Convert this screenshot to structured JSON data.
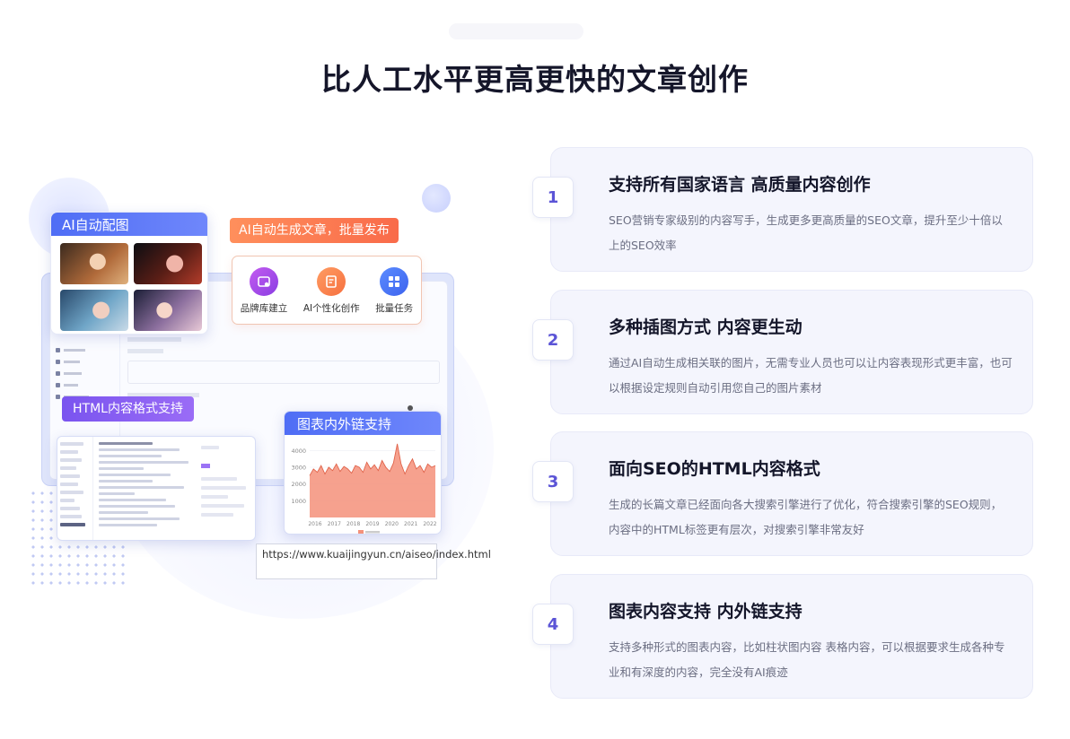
{
  "page": {
    "title": "比人工水平更高更快的文章创作"
  },
  "illustration": {
    "ai_image_card_title": "AI自动配图",
    "auto_generate_tag": "AI自动生成文章，批量发布",
    "features": [
      {
        "label": "品牌库建立",
        "icon": "brand-library-icon",
        "color": "#a54be8"
      },
      {
        "label": "AI个性化创作",
        "icon": "ai-writing-icon",
        "color": "#f6703f"
      },
      {
        "label": "批量任务",
        "icon": "batch-task-icon",
        "color": "#3d63ee"
      }
    ],
    "html_tag": "HTML内容格式支持",
    "chart_card_title": "图表内外链支持",
    "url_text": "https://www.kuaijingyun.cn/aiseo/index.html"
  },
  "chart_data": {
    "type": "area",
    "x": [
      "2016",
      "2017",
      "2018",
      "2019",
      "2020",
      "2021",
      "2022"
    ],
    "y_ticks": [
      1000,
      2000,
      3000,
      4000
    ],
    "ylim": [
      0,
      4500
    ],
    "series": [
      {
        "values": [
          2500,
          2900,
          2700,
          3100,
          2600,
          3000,
          2800,
          3200,
          2750,
          3050,
          2900,
          2650,
          3100,
          3000,
          2700,
          3300,
          2900,
          3150,
          2800,
          3400,
          3000,
          2750,
          3250,
          4400,
          3200,
          2600,
          3100,
          3500,
          2900,
          3100,
          2700,
          3200,
          3000,
          3100
        ],
        "color": "#f4917a"
      }
    ]
  },
  "features": [
    {
      "number": "1",
      "title": "支持所有国家语言 高质量内容创作",
      "description": "SEO营销专家级别的内容写手，生成更多更高质量的SEO文章，提升至少十倍以上的SEO效率"
    },
    {
      "number": "2",
      "title": "多种插图方式 内容更生动",
      "description": "通过AI自动生成相关联的图片，无需专业人员也可以让内容表现形式更丰富，也可以根据设定规则自动引用您自己的图片素材"
    },
    {
      "number": "3",
      "title": "面向SEO的HTML内容格式",
      "description": "生成的长篇文章已经面向各大搜索引擎进行了优化，符合搜索引擎的SEO规则，内容中的HTML标签更有层次，对搜索引擎非常友好"
    },
    {
      "number": "4",
      "title": "图表内容支持 内外链支持",
      "description": "支持多种形式的图表内容，比如柱状图内容 表格内容，可以根据要求生成各种专业和有深度的内容，完全没有AI痕迹"
    }
  ]
}
